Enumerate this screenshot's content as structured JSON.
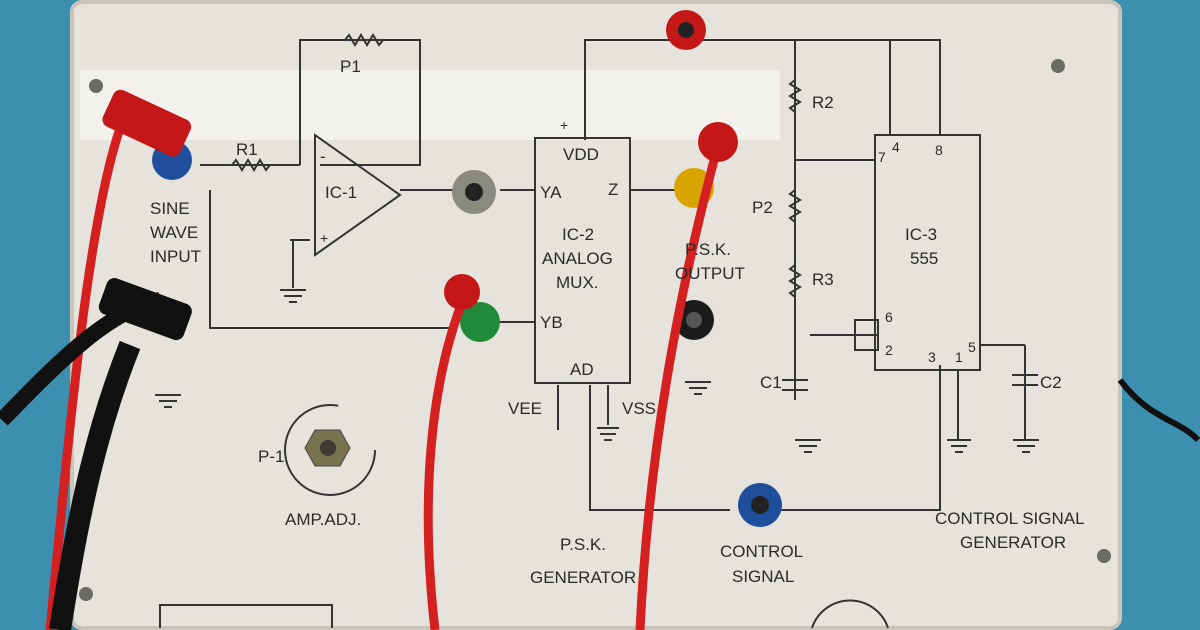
{
  "board": {
    "opamp": {
      "pot": "P1",
      "resistor": "R1",
      "ic": "IC-1",
      "minus": "-",
      "plus": "+"
    },
    "input": {
      "line1": "SINE",
      "line2": "WAVE",
      "line3": "INPUT"
    },
    "mux": {
      "vdd": "VDD",
      "ya": "YA",
      "z": "Z",
      "ic": "IC-2",
      "name1": "ANALOG",
      "name2": "MUX.",
      "yb": "YB",
      "ad": "AD",
      "vee": "VEE",
      "vss": "VSS",
      "plus": "+"
    },
    "psk_output": {
      "line1": "P.S.K.",
      "line2": "OUTPUT"
    },
    "timer": {
      "r2": "R2",
      "p2": "P2",
      "r3": "R3",
      "c1": "C1",
      "ic": "IC-3",
      "name": "555",
      "c2": "C2",
      "pins": {
        "p7": "7",
        "p4": "4",
        "p8": "8",
        "p6": "6",
        "p2": "2",
        "p3": "3",
        "p1": "1",
        "p5": "5"
      }
    },
    "amp_adj": {
      "pot": "P-1",
      "label": "AMP.ADJ."
    },
    "psk_generator": {
      "line1": "P.S.K.",
      "line2": "GENERATOR"
    },
    "control_signal": {
      "line1": "CONTROL",
      "line2": "SIGNAL"
    },
    "control_generator": {
      "line1": "CONTROL SIGNAL",
      "line2": "GENERATOR"
    }
  },
  "colors": {
    "panel": "#e6e3dc",
    "background": "#3d8fb0",
    "wire_red": "#d42020",
    "socket_red": "#c41818",
    "socket_blue": "#1f4f9a",
    "socket_green": "#1f8a3a",
    "socket_yellow": "#d9a400",
    "socket_black": "#1a1a1a",
    "socket_grey": "#8a8a80"
  }
}
